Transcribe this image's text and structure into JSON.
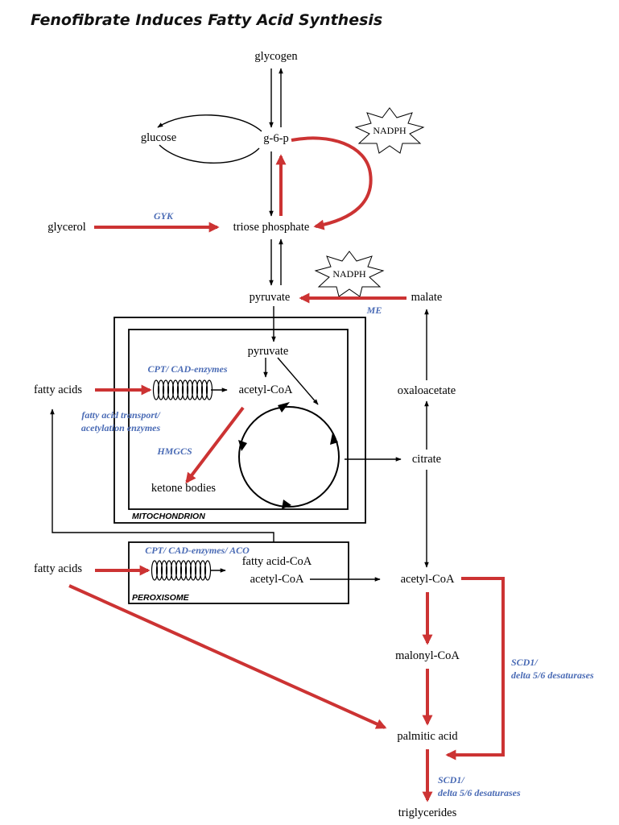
{
  "title": "Fenofibrate Induces Fatty Acid Synthesis",
  "nodes": {
    "glycogen": "glycogen",
    "glucose": "glucose",
    "g6p": "g-6-p",
    "glycerol": "glycerol",
    "triose_phosphate": "triose phosphate",
    "pyruvate": "pyruvate",
    "malate": "malate",
    "pyruvate_mito": "pyruvate",
    "fatty_acids_1": "fatty acids",
    "acetyl_coa_mito": "acetyl-CoA",
    "oxaloacetate": "oxaloacetate",
    "citrate": "citrate",
    "ketone_bodies": "ketone bodies",
    "fatty_acids_2": "fatty acids",
    "fatty_acid_coa": "fatty acid-CoA",
    "acetyl_coa_perox": "acetyl-CoA",
    "acetyl_coa_cyto": "acetyl-CoA",
    "malonyl_coa": "malonyl-CoA",
    "palmitic_acid": "palmitic acid",
    "triglycerides": "triglycerides"
  },
  "enzymes": {
    "gyk": "GYK",
    "me": "ME",
    "cpt_mito": "CPT/ CAD-enzymes",
    "fa_transport_1": "fatty acid transport/",
    "fa_transport_2": "acetylation enzymes",
    "hmgcs": "HMGCS",
    "cpt_perox": "CPT/ CAD-enzymes/ ACO",
    "scd1_right_1": "SCD1/",
    "scd1_right_2": "delta 5/6 desaturases",
    "scd1_bottom_1": "SCD1/",
    "scd1_bottom_2": "delta 5/6 desaturases"
  },
  "compartments": {
    "mitochondrion": "MITOCHONDRION",
    "peroxisome": "PEROXISOME"
  },
  "badges": {
    "nadph_top": "NADPH",
    "nadph_mid": "NADPH"
  },
  "colors": {
    "induced_arrow": "#cc3333",
    "enzyme_text": "#4a6bb5",
    "pathway_arrow": "#000000"
  }
}
